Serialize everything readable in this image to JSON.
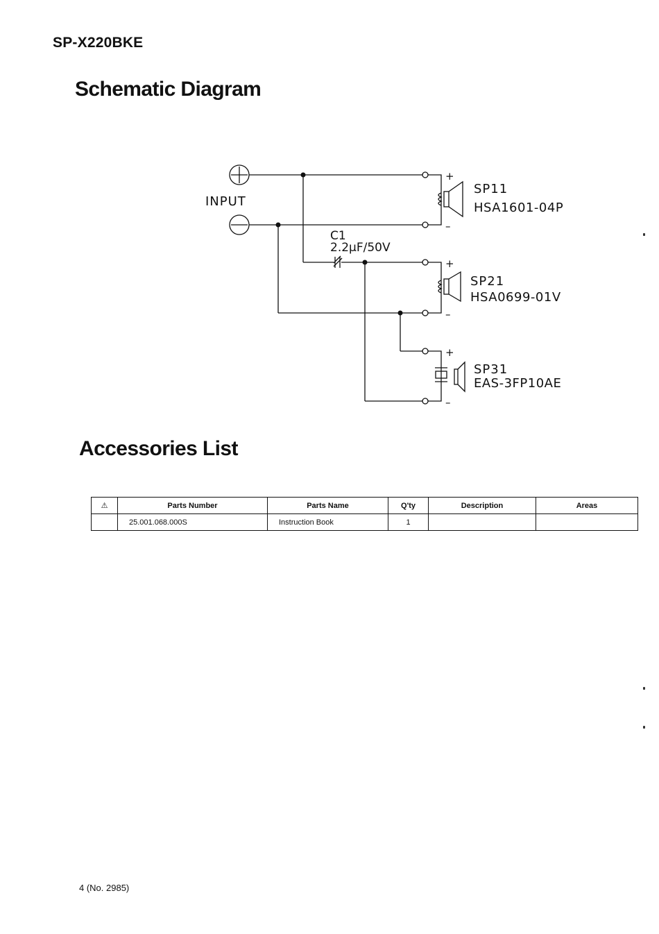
{
  "header": {
    "model": "SP-X220BKE"
  },
  "schematic": {
    "title": "Schematic Diagram",
    "input_label": "INPUT",
    "plus_symbol": "+",
    "minus_symbol": "–",
    "capacitor": {
      "ref": "C1",
      "value": "2.2μF/50V"
    },
    "speakers": [
      {
        "ref": "SP11",
        "part": "HSA1601-04P"
      },
      {
        "ref": "SP21",
        "part": "HSA0699-01V"
      },
      {
        "ref": "SP31",
        "part": "EAS-3FP10AE"
      }
    ]
  },
  "accessories": {
    "title": "Accessories List",
    "columns": [
      "⚠",
      "Parts Number",
      "Parts Name",
      "Q'ty",
      "Description",
      "Areas"
    ],
    "rows": [
      {
        "mark": "",
        "parts_number": "25.001.068.000S",
        "parts_name": "Instruction Book",
        "qty": "1",
        "description": "",
        "areas": ""
      }
    ]
  },
  "footer": {
    "page": "4 (No. 2985)"
  }
}
